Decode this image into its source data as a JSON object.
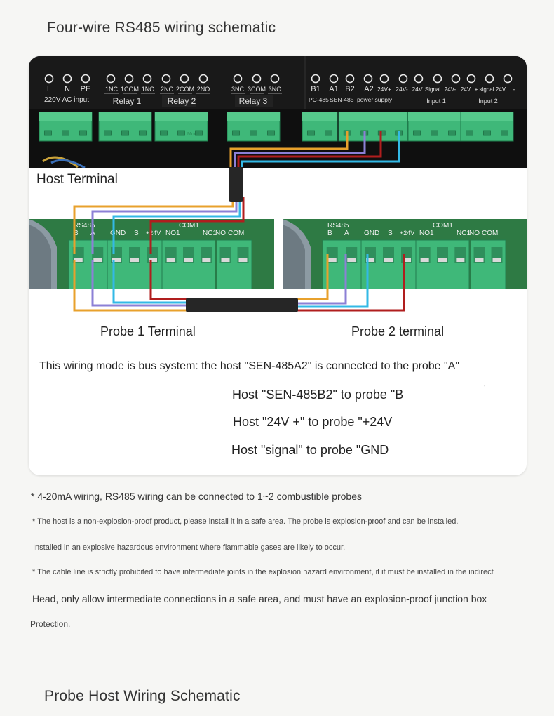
{
  "top_title": "Four-wire RS485 wiring schematic",
  "host": {
    "terminal_label": "Host Terminal",
    "terminals": [
      {
        "id": "L",
        "label": "L"
      },
      {
        "id": "N",
        "label": "N"
      },
      {
        "id": "PE",
        "label": "PE"
      },
      {
        "id": "1NC",
        "label": "1NC"
      },
      {
        "id": "1COM",
        "label": "1COM"
      },
      {
        "id": "1NO",
        "label": "1NO"
      },
      {
        "id": "2NC",
        "label": "2NC"
      },
      {
        "id": "2COM",
        "label": "2COM"
      },
      {
        "id": "2NO",
        "label": "2NO"
      },
      {
        "id": "3NC",
        "label": "3NC"
      },
      {
        "id": "3COM",
        "label": "3COM"
      },
      {
        "id": "3NO",
        "label": "3NO"
      },
      {
        "id": "B1",
        "label": "B1"
      },
      {
        "id": "A1",
        "label": "A1"
      },
      {
        "id": "B2",
        "label": "B2"
      },
      {
        "id": "A2",
        "label": "A2"
      },
      {
        "id": "24Vp",
        "label": "24V+"
      },
      {
        "id": "24Vm",
        "label": "24V-"
      },
      {
        "id": "24V",
        "label": "24V"
      },
      {
        "id": "Signal",
        "label": "Signal"
      },
      {
        "id": "24Vm2",
        "label": "24V-"
      },
      {
        "id": "24V2",
        "label": "24V"
      },
      {
        "id": "plus",
        "label": "+"
      },
      {
        "id": "signal2",
        "label": "signal"
      },
      {
        "id": "24V3",
        "label": "24V"
      },
      {
        "id": "dash",
        "label": "-"
      }
    ],
    "groups": [
      {
        "id": "ac",
        "label": "220V AC input"
      },
      {
        "id": "r1",
        "label": "Relay 1"
      },
      {
        "id": "r2",
        "label": "Relay 2"
      },
      {
        "id": "r3",
        "label": "Relay 3"
      },
      {
        "id": "pc",
        "label": "PC-485"
      },
      {
        "id": "sen",
        "label": "SEN-485"
      },
      {
        "id": "ps",
        "label": "power supply"
      },
      {
        "id": "in1",
        "label": "Input 1"
      },
      {
        "id": "in2",
        "label": "Input 2"
      }
    ],
    "block_print": "Mouth"
  },
  "probe_board": {
    "rs485": "RS485",
    "B": "B",
    "A": "A",
    "GND": "GND",
    "S": "S",
    "p24v": "+24V",
    "no1": "NO1",
    "com1": "COM1",
    "nc1": "NC1",
    "no": "NO",
    "com": "COM"
  },
  "probe1_label": "Probe 1 Terminal",
  "probe2_label": "Probe 2 terminal",
  "notes": {
    "line1": "This wiring mode is bus system: the host \"SEN-485A2\" is connected to the probe \"A\"",
    "line2": "Host \"SEN-485B2\" to probe \"B",
    "line3": "Host \"24V +\" to probe \"+24V",
    "line4": "Host \"signal\" to probe \"GND"
  },
  "footnotes": {
    "f1": "* 4-20mA wiring, RS485 wiring can be connected to 1~2 combustible probes",
    "f2": "* The host is a non-explosion-proof product, please install it in a safe area. The probe is explosion-proof and can be installed.",
    "f3": "Installed in an explosive hazardous environment where flammable gases are likely to occur.",
    "f4": "* The cable line is strictly prohibited to have intermediate joints in the explosion hazard environment, if it must be installed in the indirect",
    "f5": "Head, only allow intermediate connections in a safe area, and must have an explosion-proof junction box",
    "f6": "Protection."
  },
  "bottom_title": "Probe Host Wiring Schematic",
  "wires": [
    {
      "name": "B",
      "color": "#e8a12c"
    },
    {
      "name": "A",
      "color": "#8c80d6"
    },
    {
      "name": "24V",
      "color": "#b01e1e"
    },
    {
      "name": "signal",
      "color": "#33b9e6"
    }
  ],
  "colors": {
    "panel_bg": "#1d1d1d",
    "terminal_green": "#3fb879",
    "pcb_green": "#2e7a44",
    "cable": "#262626"
  }
}
